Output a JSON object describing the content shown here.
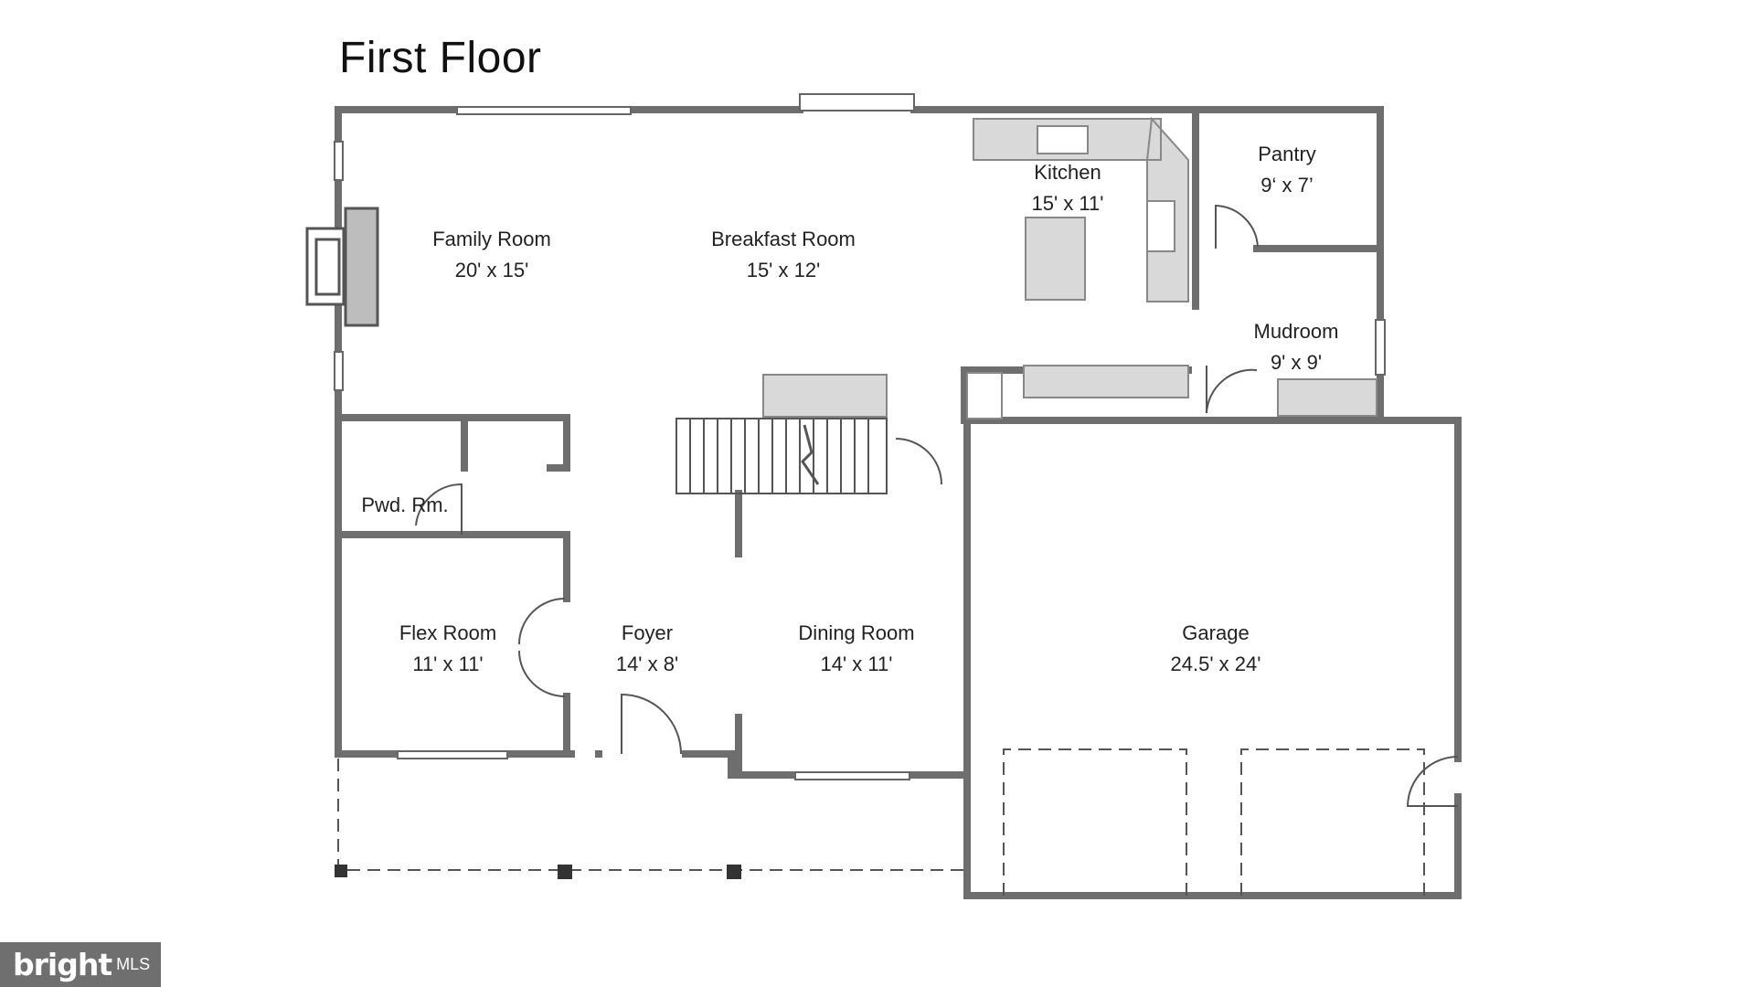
{
  "title": "First Floor",
  "rooms": {
    "family": {
      "name": "Family Room",
      "size": "20' x 15'"
    },
    "breakfast": {
      "name": "Breakfast Room",
      "size": "15' x 12'"
    },
    "kitchen": {
      "name": "Kitchen",
      "size": "15' x 11'"
    },
    "pantry": {
      "name": "Pantry",
      "size": "9‘ x 7’"
    },
    "mudroom": {
      "name": "Mudroom",
      "size": "9' x 9'"
    },
    "powder": {
      "name": "Pwd. Rm."
    },
    "flex": {
      "name": "Flex Room",
      "size": "11' x 11'"
    },
    "foyer": {
      "name": "Foyer",
      "size": "14' x 8'"
    },
    "dining": {
      "name": "Dining Room",
      "size": "14' x 11'"
    },
    "garage": {
      "name": "Garage",
      "size": "24.5' x 24'"
    }
  },
  "brand": {
    "name": "bright",
    "suffix": "MLS"
  },
  "colors": {
    "wall": "#6e6e6e",
    "fixture": "#d9d9d9",
    "line": "#555555"
  }
}
